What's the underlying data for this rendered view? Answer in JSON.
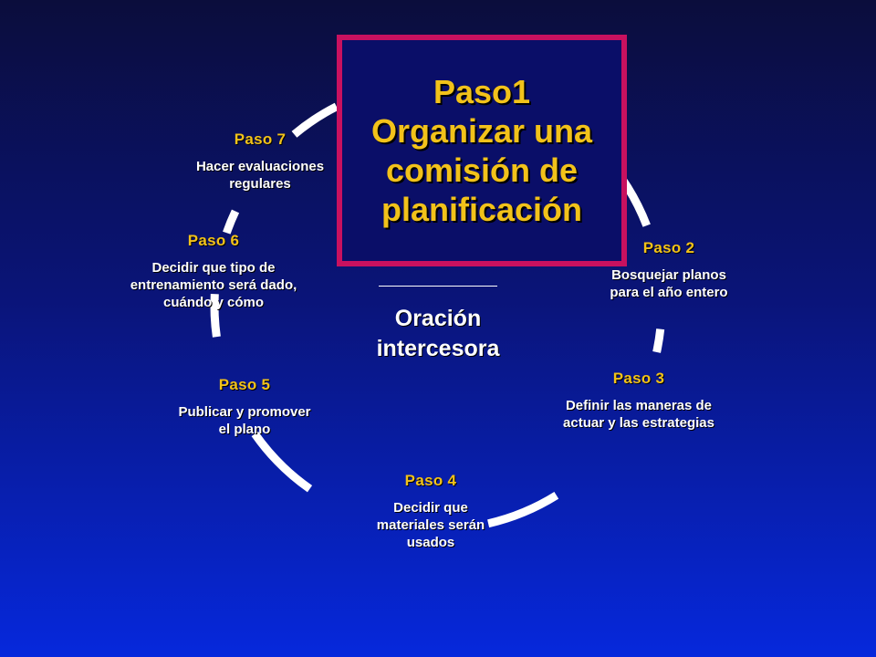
{
  "colors": {
    "arc": "#ffffff",
    "step_title": "#f2c21a",
    "callout_border": "#c8115f",
    "callout_text": "#f2c21a"
  },
  "callout": {
    "lines": [
      "Paso1",
      "Organizar una",
      "comisión de",
      "planificación"
    ]
  },
  "center": {
    "lines": [
      "Oración",
      "intercesora"
    ]
  },
  "steps": [
    {
      "title": "Paso 2",
      "lines": [
        "Bosquejar planos",
        "para el año entero"
      ]
    },
    {
      "title": "Paso 3",
      "lines": [
        "Definir las maneras de",
        "actuar y las estrategias"
      ]
    },
    {
      "title": "Paso 4",
      "lines": [
        "Decidir que",
        "materiales serán",
        "usados"
      ]
    },
    {
      "title": "Paso 5",
      "lines": [
        "Publicar y promover",
        "el plano"
      ]
    },
    {
      "title": "Paso 6",
      "lines": [
        "Decidir que tipo de",
        "entrenamiento será dado,",
        "cuándo y cómo"
      ]
    },
    {
      "title": "Paso 7",
      "lines": [
        "Hacer evaluaciones",
        "regulares"
      ]
    }
  ]
}
